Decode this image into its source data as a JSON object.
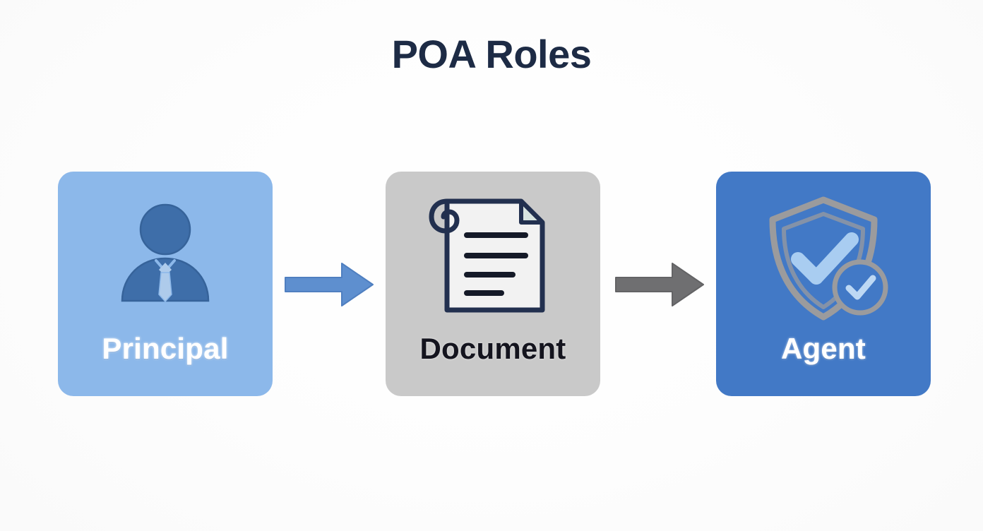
{
  "title": "POA Roles",
  "colors": {
    "background": "#FFFFFF",
    "title_text": "#1D2B45",
    "card_principal_bg": "#8CB8EA",
    "card_document_bg": "#C9C9C9",
    "card_agent_bg": "#4279C6",
    "person_icon": "#3E6EA9",
    "document_outline": "#22304F",
    "document_page": "#F2F2F2",
    "document_fold": "#D8E4E0",
    "document_line": "#151A28",
    "shield_outline": "#9B9B9D",
    "check_mark": "#A9CDF1",
    "arrow_1": "#5E8FCF",
    "arrow_2": "#6F6F71"
  },
  "flow": {
    "cards": [
      {
        "id": "principal",
        "label": "Principal",
        "icon": "person-tie-icon"
      },
      {
        "id": "document",
        "label": "Document",
        "icon": "document-scroll-icon"
      },
      {
        "id": "agent",
        "label": "Agent",
        "icon": "shield-check-icon"
      }
    ],
    "arrows": [
      {
        "id": "arrow-1",
        "icon": "arrow-right-icon",
        "color": "#5E8FCF",
        "from": "Principal",
        "to": "Document"
      },
      {
        "id": "arrow-2",
        "icon": "arrow-right-icon",
        "color": "#6F6F71",
        "from": "Document",
        "to": "Agent"
      }
    ]
  },
  "chart_data": {
    "type": "diagram",
    "title": "POA Roles",
    "nodes": [
      "Principal",
      "Document",
      "Agent"
    ],
    "edges": [
      {
        "from": "Principal",
        "to": "Document"
      },
      {
        "from": "Document",
        "to": "Agent"
      }
    ]
  }
}
